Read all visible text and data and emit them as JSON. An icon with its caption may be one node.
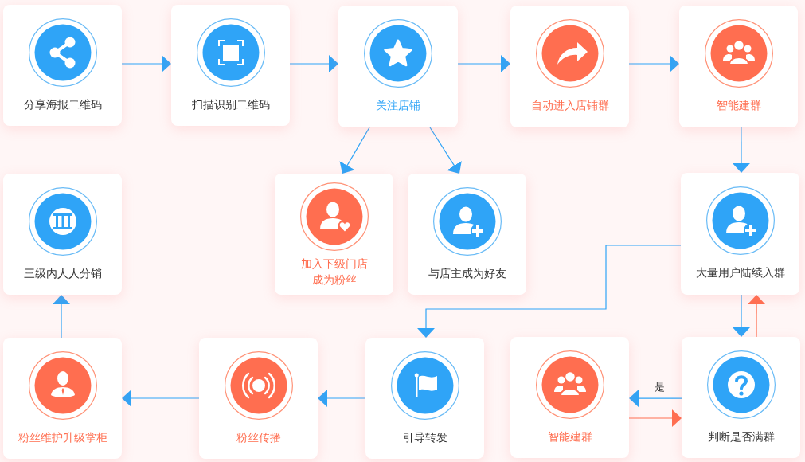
{
  "diagram": {
    "nodes": [
      {
        "text": [
          "分享海报二维码"
        ]
      },
      {
        "text": [
          "扫描识别二维码"
        ]
      },
      {
        "text": [
          "关注店铺"
        ]
      },
      {
        "text": [
          "自动进入店铺群"
        ]
      },
      {
        "text": [
          "智能建群"
        ]
      },
      {
        "text": [
          "三级内人人分销"
        ]
      },
      {
        "text": [
          "加入下级门店成为粉丝"
        ]
      },
      {
        "text": [
          "与店主成为好友"
        ]
      },
      {
        "text": [
          "大量用户陆续入群"
        ]
      },
      {
        "text": [
          "粉丝维护升级掌柜"
        ]
      },
      {
        "text": [
          "粉丝传播"
        ]
      },
      {
        "text": [
          "引导转发"
        ]
      },
      {
        "text": [
          "智能建群"
        ]
      },
      {
        "text": [
          "判断是否满群"
        ]
      }
    ],
    "edges": [
      {
        "from": 0,
        "to": 1,
        "arrow": "to"
      },
      {
        "from": 1,
        "to": 2,
        "arrow": "to"
      },
      {
        "from": 2,
        "to": 3,
        "arrow": "to"
      },
      {
        "from": 3,
        "to": 4,
        "arrow": "to"
      },
      {
        "from": 2,
        "to": 6,
        "arrow": "to"
      },
      {
        "from": 2,
        "to": 7,
        "arrow": "to"
      },
      {
        "from": 4,
        "to": 8,
        "arrow": "to"
      },
      {
        "from": 8,
        "to": 13,
        "arrow": "to"
      },
      {
        "from": 13,
        "to": 8,
        "arrow": "to",
        "color": "#ff6e50"
      },
      {
        "from": 13,
        "to": 12,
        "arrow": "to",
        "label": "是"
      },
      {
        "from": 12,
        "to": 13,
        "arrow": "to",
        "color": "#ff6e50"
      },
      {
        "from": 8,
        "to": 11,
        "arrow": "to"
      },
      {
        "from": 11,
        "to": 10,
        "arrow": "to"
      },
      {
        "from": 10,
        "to": 9,
        "arrow": "to"
      },
      {
        "from": 9,
        "to": 5,
        "arrow": "to"
      }
    ]
  }
}
